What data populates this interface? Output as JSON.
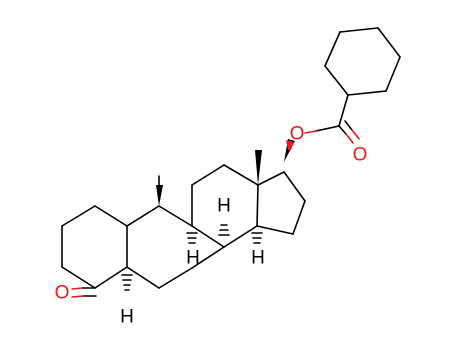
{
  "molecule": {
    "colors": {
      "carbon_bond": "#000000",
      "oxygen": "#e8191a",
      "hydrogen_label": "#000000"
    },
    "labels": {
      "ketone_oxygen": "O",
      "ester_oxygen": "O",
      "carbonyl_oxygen": "O",
      "h_c5": "H",
      "h_c8": "H",
      "h_c9": "H",
      "h_c14": "H"
    }
  }
}
